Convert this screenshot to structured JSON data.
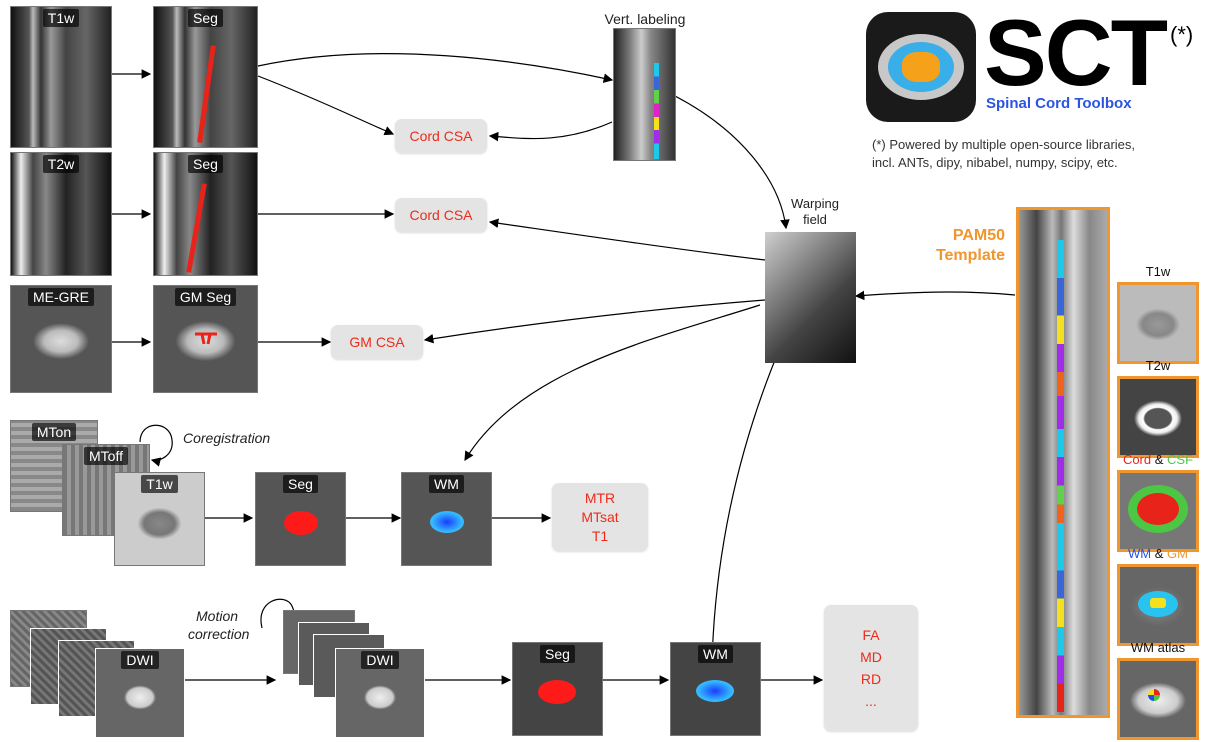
{
  "row1": {
    "t1w": "T1w",
    "seg": "Seg",
    "vert": "Vert. labeling",
    "cord_csa": "Cord CSA"
  },
  "row2": {
    "t2w": "T2w",
    "seg": "Seg",
    "cord_csa": "Cord CSA"
  },
  "row3": {
    "megre": "ME-GRE",
    "gmseg": "GM Seg",
    "gm_csa": "GM CSA"
  },
  "row4": {
    "mton": "MTon",
    "mtoff": "MToff",
    "t1w": "T1w",
    "seg": "Seg",
    "wm": "WM",
    "coreg": "Coregistration",
    "outputs": [
      "MTR",
      "MTsat",
      "T1"
    ]
  },
  "row5": {
    "dwi": "DWI",
    "dwi2": "DWI",
    "seg": "Seg",
    "wm": "WM",
    "motion": [
      "Motion",
      "correction"
    ],
    "outputs": [
      "FA",
      "MD",
      "RD",
      "..."
    ]
  },
  "warp": [
    "Warping",
    "field"
  ],
  "logo": {
    "title": "SCT",
    "asterisk": "(*)",
    "subtitle": "Spinal Cord Toolbox",
    "footnote": [
      "(*) Powered by multiple open-source libraries,",
      "incl. ANTs, dipy, nibabel, numpy, scipy, etc."
    ]
  },
  "pam50": {
    "title": [
      "PAM50",
      "Template"
    ]
  },
  "template_items": {
    "t1w": "T1w",
    "t2w": "T2w",
    "cord": "Cord",
    "amp1": "&",
    "csf": "CSF",
    "wm": "WM",
    "amp2": "&",
    "gm": "GM",
    "atlas": "WM atlas"
  },
  "colors": {
    "output_text": "#ee2b1a",
    "template_orange": "#f1952e",
    "cord_red": "#e8231a",
    "csf_green": "#4cc744",
    "wm_blue": "#2050f0",
    "logo_blue": "#2b55e0"
  }
}
